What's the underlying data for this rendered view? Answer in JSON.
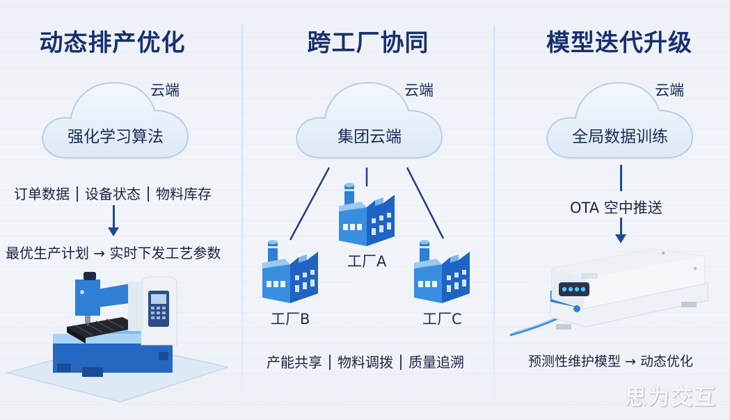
{
  "panels": [
    {
      "title": "动态排产优化",
      "cloud_label": "云端",
      "cloud_text": "强化学习算法",
      "inputs": [
        "订单数据",
        "设备状态",
        "物料库存"
      ],
      "output": "最优生产计划 → 实时下发工艺参数",
      "illustration": "cnc-machine"
    },
    {
      "title": "跨工厂协同",
      "cloud_label": "云端",
      "cloud_text": "集团云端",
      "factories": [
        "工厂A",
        "工厂B",
        "工厂C"
      ],
      "benefits": [
        "产能共享",
        "物料调拨",
        "质量追溯"
      ],
      "illustration": "factory"
    },
    {
      "title": "模型迭代升级",
      "cloud_label": "云端",
      "cloud_text": "全局数据训练",
      "push_label": "OTA 空中推送",
      "output": "预测性维护模型 → 动态优化",
      "illustration": "edge-device"
    }
  ],
  "watermark": "思为交互",
  "colors": {
    "title": "#173070",
    "arrow": "#1d4a96",
    "accent_blue": "#2f7fd4",
    "dark_blue": "#1c57b3",
    "background": "#eef2f8"
  }
}
